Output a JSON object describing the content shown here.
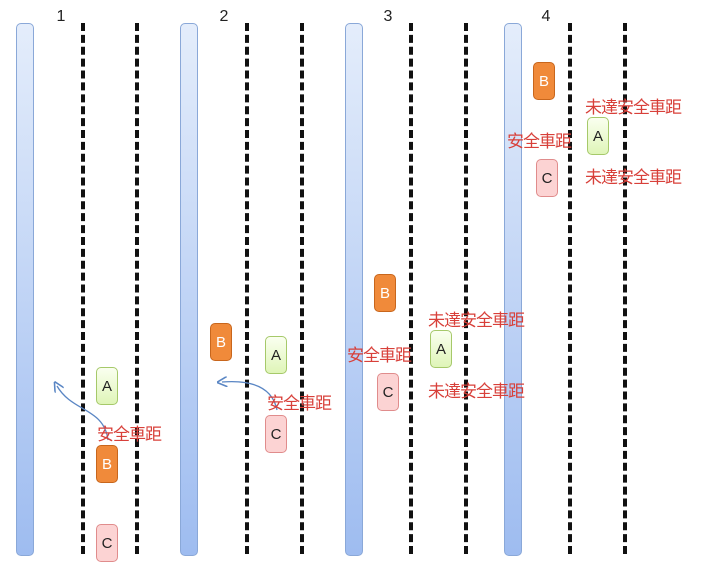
{
  "steps": [
    {
      "number": "1",
      "cars": {
        "a": "A",
        "b": "B",
        "c": "C"
      },
      "notes": [
        "安全車距"
      ]
    },
    {
      "number": "2",
      "cars": {
        "a": "A",
        "b": "B",
        "c": "C"
      },
      "notes": [
        "安全車距"
      ]
    },
    {
      "number": "3",
      "cars": {
        "a": "A",
        "b": "B",
        "c": "C"
      },
      "notes": [
        "未達安全車距",
        "安全車距",
        "未達安全車距"
      ]
    },
    {
      "number": "4",
      "cars": {
        "a": "A",
        "b": "B",
        "c": "C"
      },
      "notes": [
        "未達安全車距",
        "安全車距",
        "未達安全車距"
      ]
    }
  ],
  "colors": {
    "car_a": "#dff5b8",
    "car_b": "#f08a3a",
    "car_c": "#fcd3d3",
    "note_text": "#d8403a",
    "divider": "#9ebcf0",
    "arrow": "#5a86c4"
  }
}
